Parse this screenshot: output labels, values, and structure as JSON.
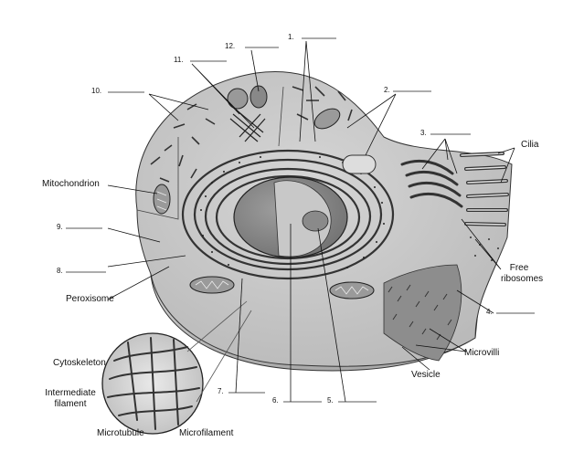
{
  "labels": {
    "cilia": "Cilia",
    "mitochondrion": "Mitochondrion",
    "free_ribosomes_1": "Free",
    "free_ribosomes_2": "ribosomes",
    "peroxisome": "Peroxisome",
    "microvilli": "Microvilli",
    "vesicle": "Vesicle",
    "cytoskeleton": "Cytoskeleton",
    "intermediate_filament_1": "Intermediate",
    "intermediate_filament_2": "filament",
    "microtubule": "Microtubule",
    "microfilament": "Microfilament"
  },
  "blanks": {
    "n1": "1.",
    "n2": "2.",
    "n3": "3.",
    "n4": "4.",
    "n5": "5.",
    "n6": "6.",
    "n7": "7.",
    "n8": "8.",
    "n9": "9.",
    "n10": "10.",
    "n11": "11.",
    "n12": "12."
  }
}
